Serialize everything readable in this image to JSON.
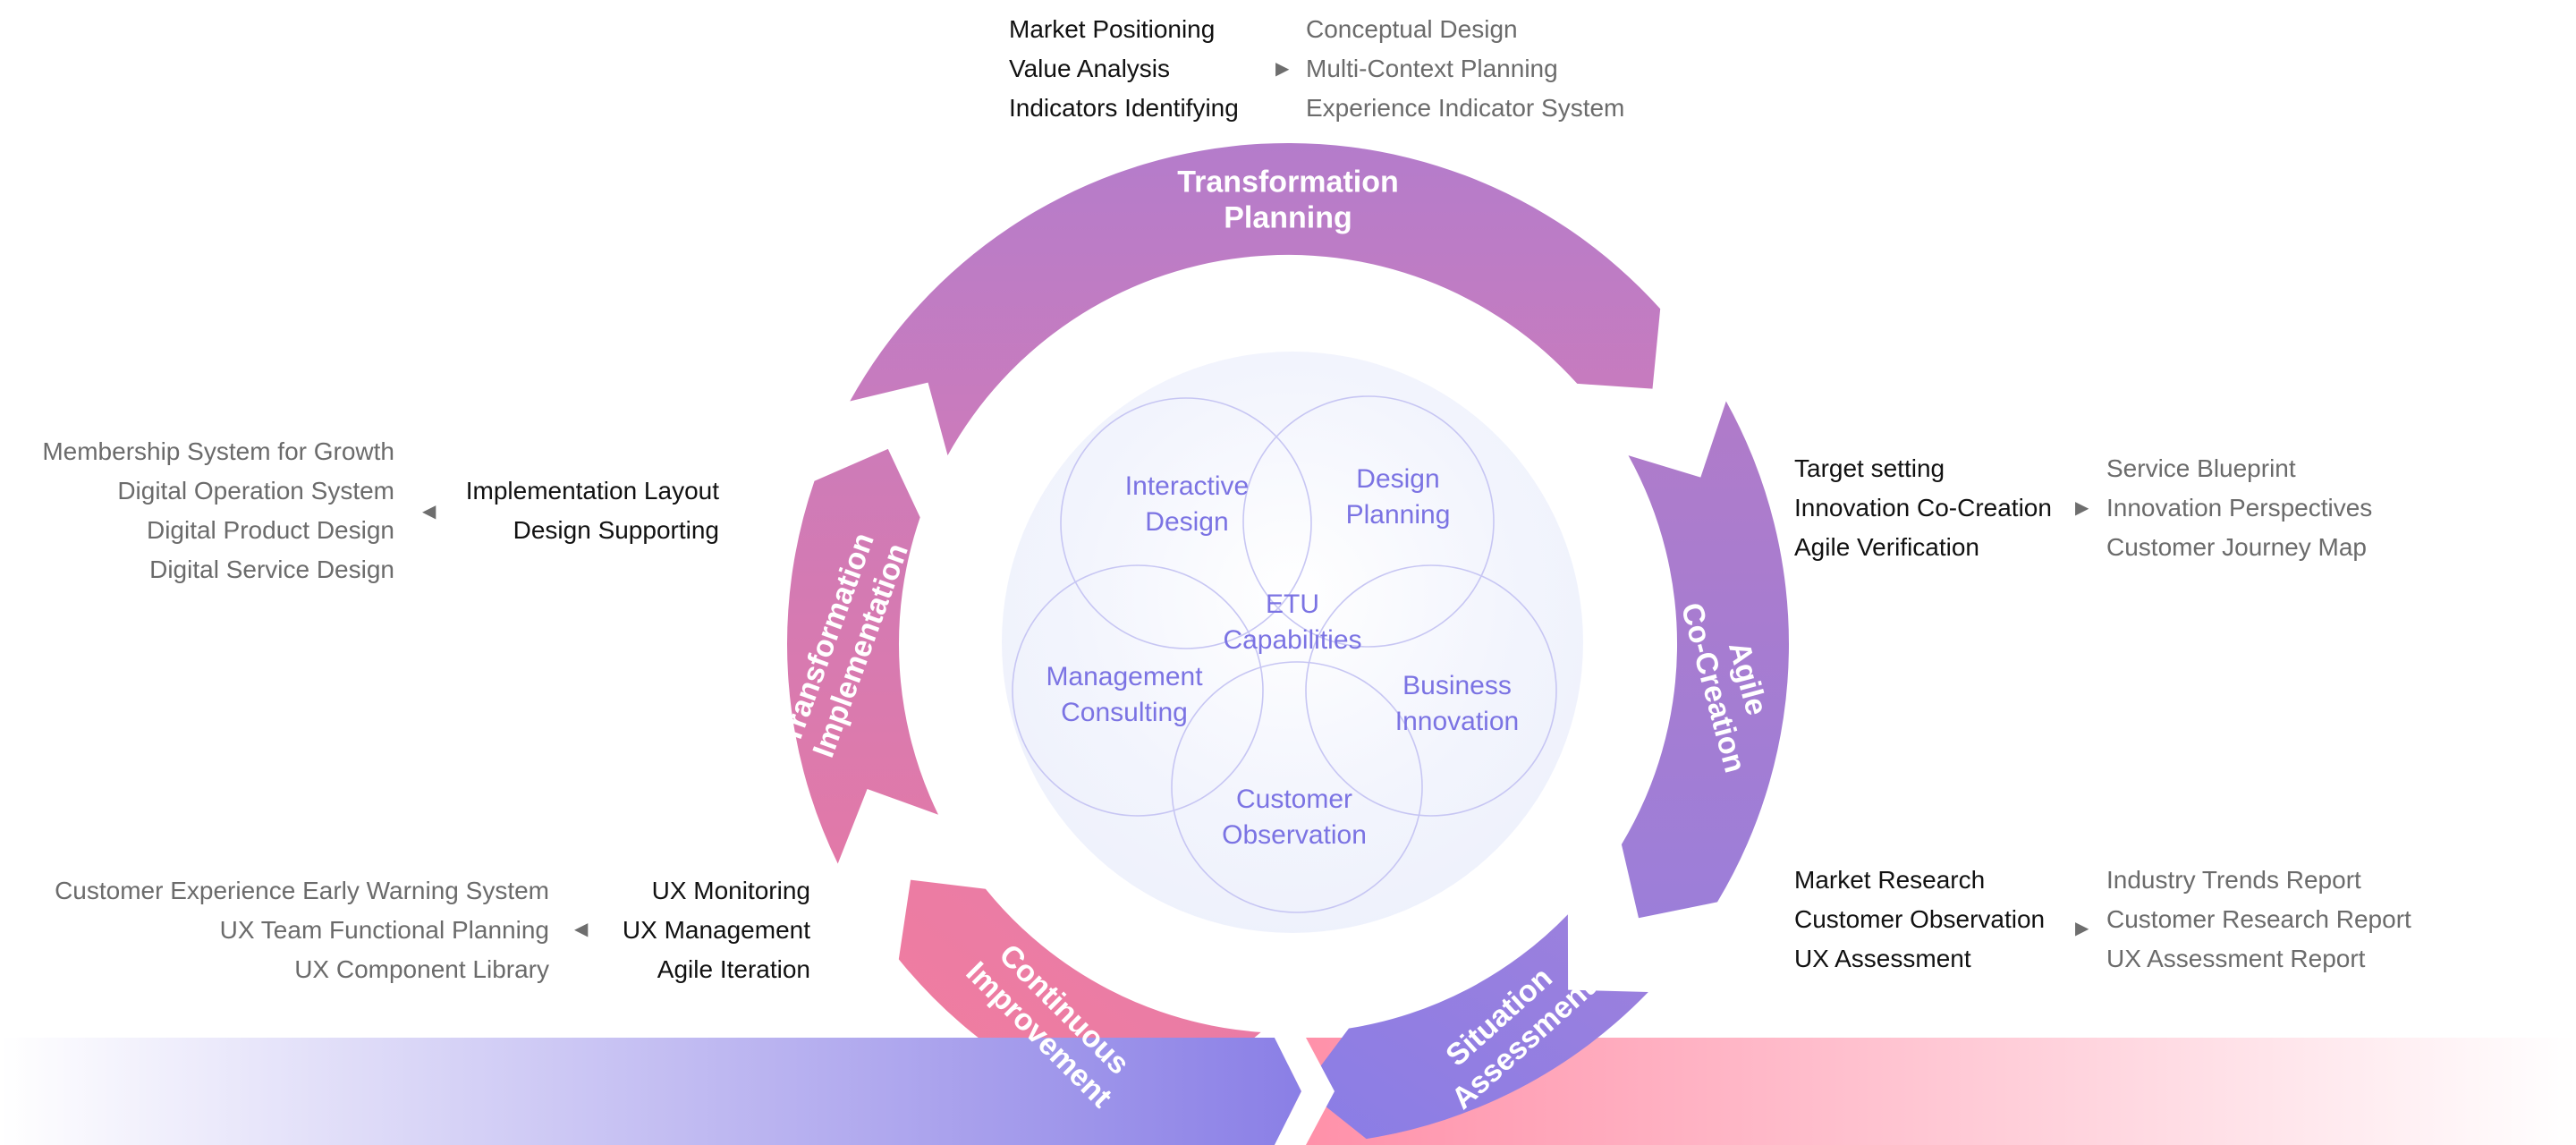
{
  "colors": {
    "planning_start": "#cc7bbb",
    "planning_end": "#b47ccb",
    "agile_start": "#b07bc9",
    "agile_end": "#9c7ed9",
    "situation_start": "#9d80dc",
    "situation_end": "#8a7de6",
    "continuous_start": "#e67aa8",
    "continuous_end": "#f27e9e",
    "implementation_start": "#cd7bb8",
    "implementation_end": "#e279a8",
    "band_left_start": "#ffffff",
    "band_left_end": "#8a7fe6",
    "band_right_start": "#ff8fa8",
    "band_right_end": "#ffffff",
    "sphere_fill": "#eef1fc",
    "circle_stroke": "#c7c6f3",
    "circle_text": "#7b73e3",
    "primary_text": "#111111",
    "secondary_text": "#6b6b6b",
    "arrow": "#6e6e6e"
  },
  "ring": {
    "segments": [
      {
        "id": "transformation-planning",
        "label_lines": [
          "Transformation",
          "Planning"
        ]
      },
      {
        "id": "agile-co-creation",
        "label_lines": [
          "Agile",
          "Co-Creation"
        ]
      },
      {
        "id": "situation-assessment",
        "label_lines": [
          "Situation",
          "Assessment"
        ]
      },
      {
        "id": "continuous-improvement",
        "label_lines": [
          "Continuous",
          "Improvement"
        ]
      },
      {
        "id": "transformation-implementation",
        "label_lines": [
          "Transformation",
          "Implementation"
        ]
      }
    ]
  },
  "center": {
    "title_lines": [
      "ETU",
      "Capabilities"
    ],
    "circles": [
      {
        "id": "interactive-design",
        "label_lines": [
          "Interactive",
          "Design"
        ]
      },
      {
        "id": "design-planning",
        "label_lines": [
          "Design",
          "Planning"
        ]
      },
      {
        "id": "business-innovation",
        "label_lines": [
          "Business",
          "Innovation"
        ]
      },
      {
        "id": "customer-observation",
        "label_lines": [
          "Customer",
          "Observation"
        ]
      },
      {
        "id": "management-consulting",
        "label_lines": [
          "Management",
          "Consulting"
        ]
      }
    ]
  },
  "annotations": {
    "planning": {
      "activities": [
        "Market Positioning",
        "Value Analysis",
        "Indicators Identifying"
      ],
      "deliverables": [
        "Conceptual Design",
        "Multi-Context Planning",
        "Experience Indicator System"
      ],
      "arrow": "▶"
    },
    "agile": {
      "activities": [
        "Target setting",
        "Innovation Co-Creation",
        "Agile Verification"
      ],
      "deliverables": [
        "Service Blueprint",
        "Innovation Perspectives",
        "Customer Journey Map"
      ],
      "arrow": "▶"
    },
    "situation": {
      "activities": [
        "Market Research",
        "Customer Observation",
        "UX Assessment"
      ],
      "deliverables": [
        "Industry Trends Report",
        "Customer Research Report",
        "UX Assessment Report"
      ],
      "arrow": "▶"
    },
    "continuous": {
      "activities": [
        "UX Monitoring",
        "UX Management",
        "Agile Iteration"
      ],
      "deliverables": [
        "Customer Experience Early Warning System",
        "UX Team Functional Planning",
        "UX Component Library"
      ],
      "arrow": "◀"
    },
    "implementation": {
      "activities": [
        "Implementation Layout",
        "Design Supporting"
      ],
      "deliverables": [
        "Membership System for Growth",
        "Digital Operation System",
        "Digital Product Design",
        "Digital Service Design"
      ],
      "arrow": "◀"
    }
  }
}
